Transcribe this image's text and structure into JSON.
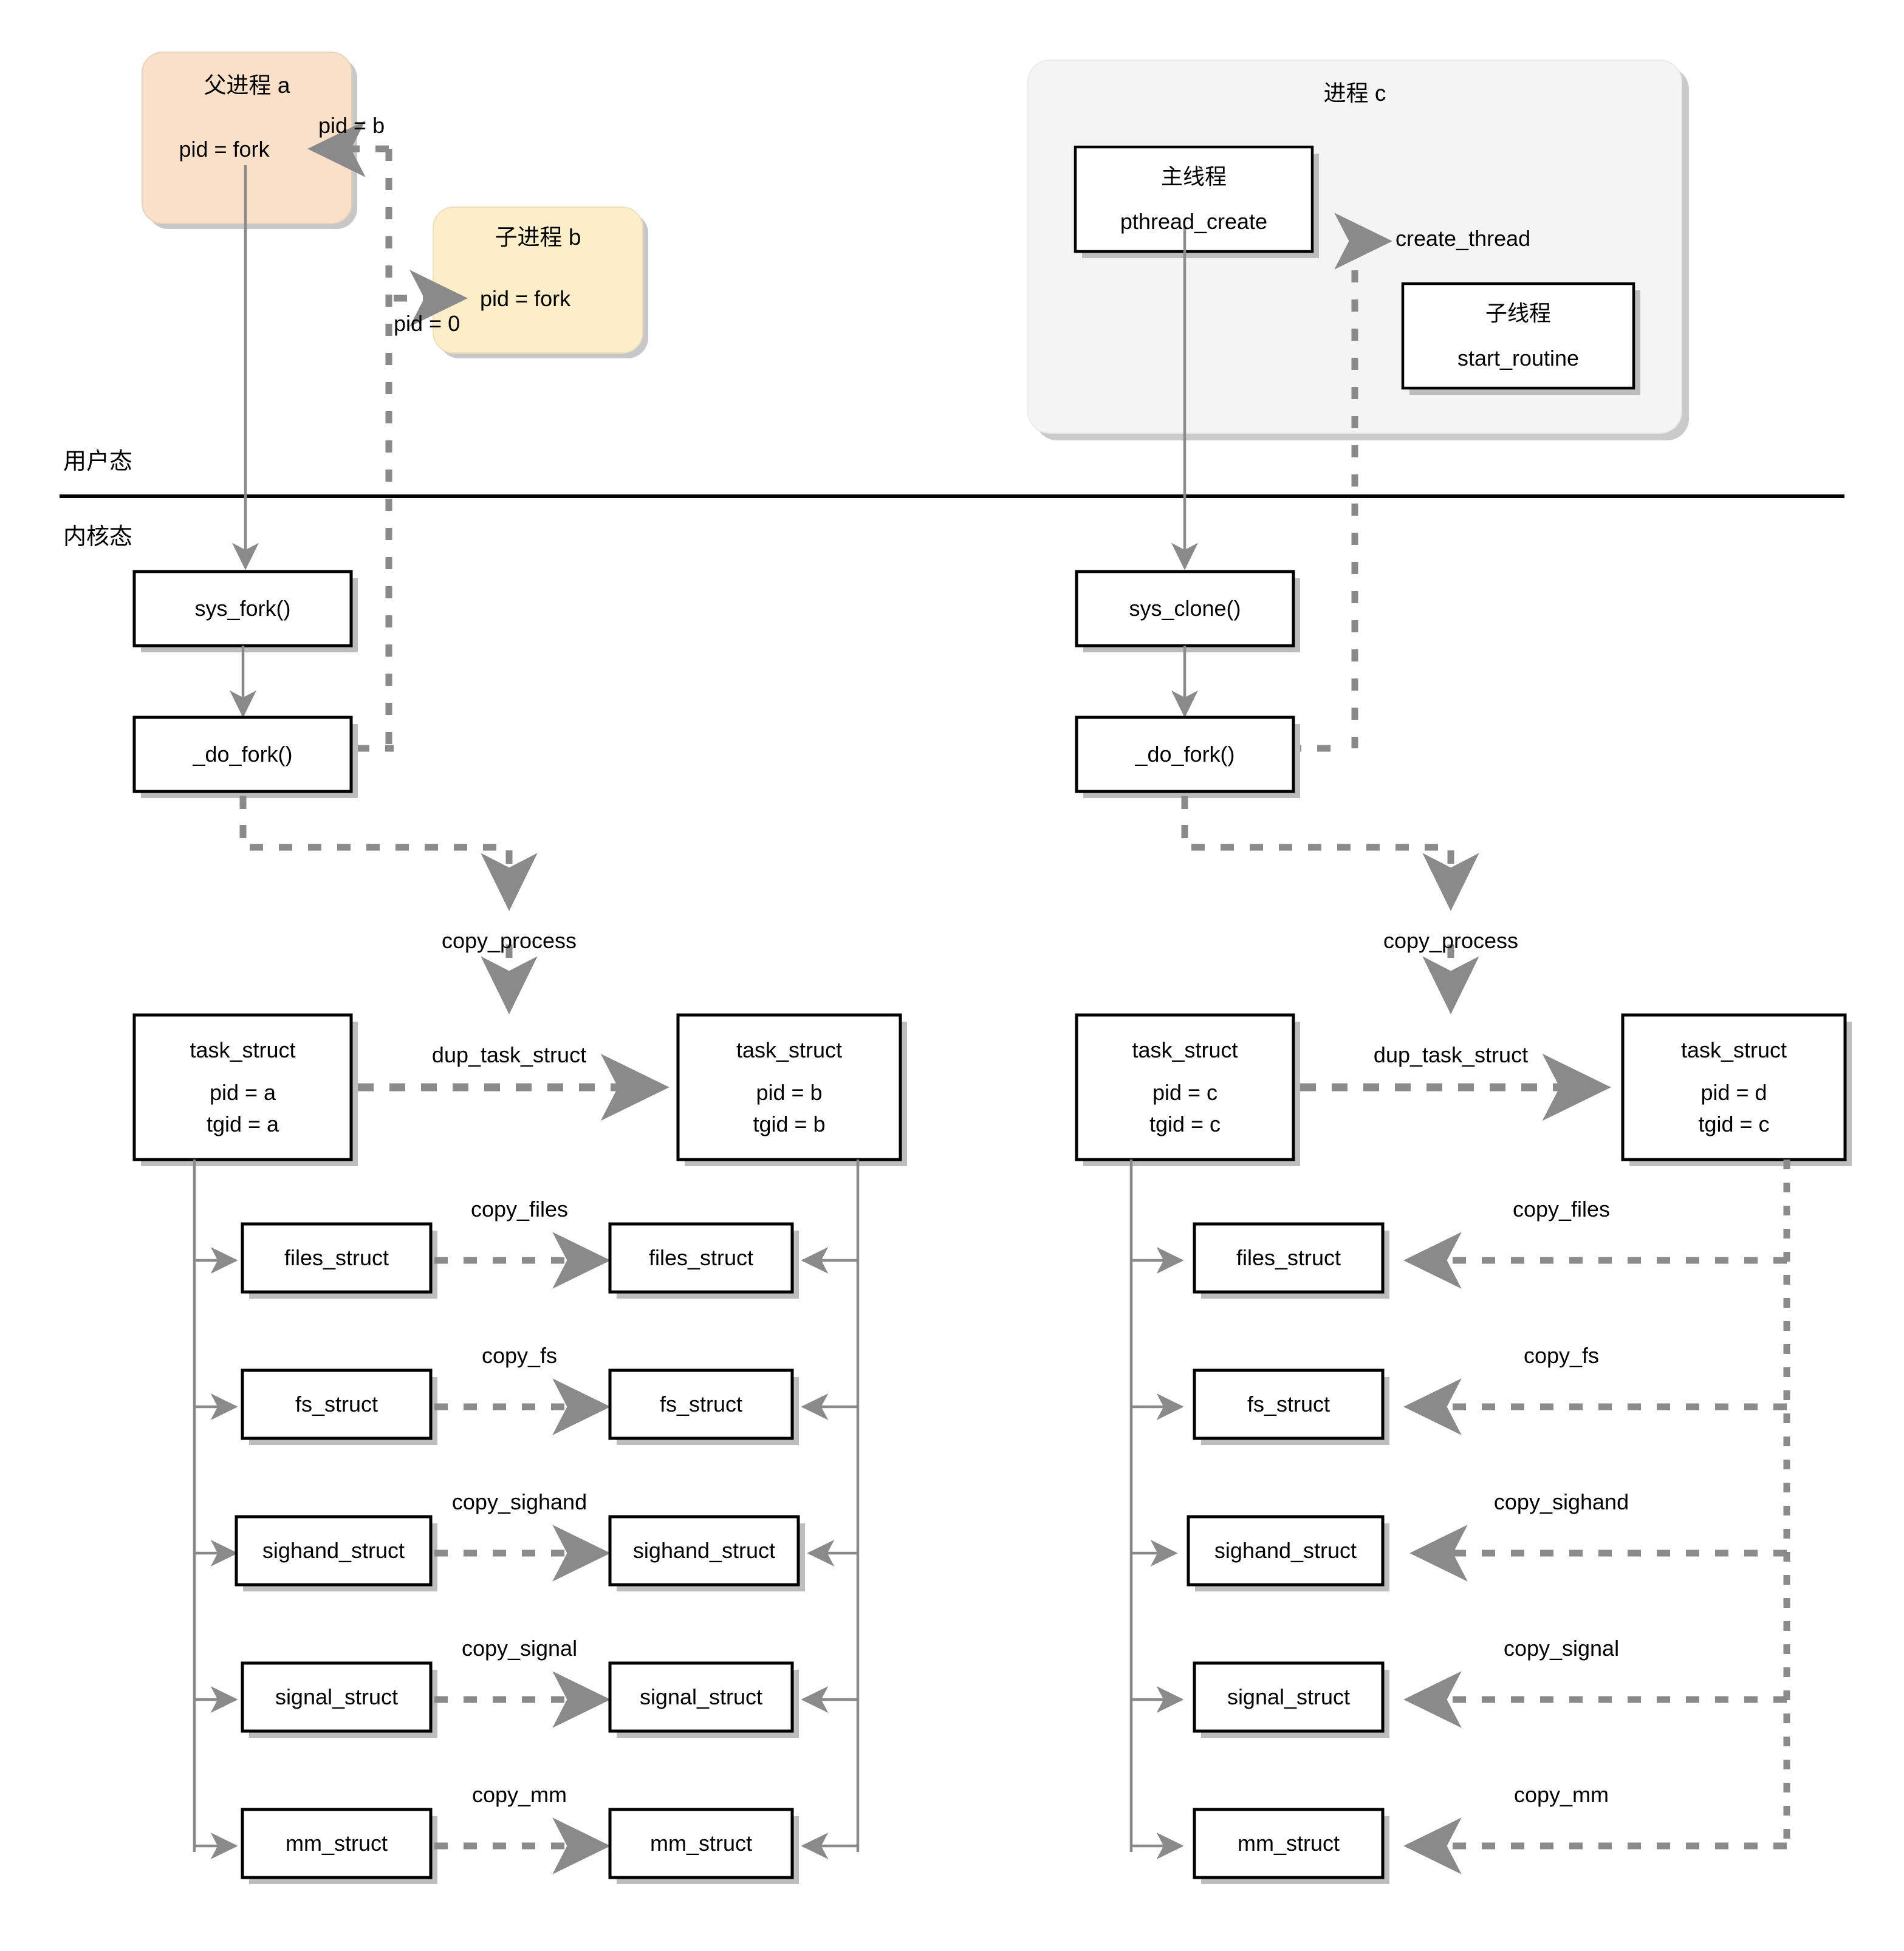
{
  "diagram": {
    "title_note": "Linux fork vs pthread_create kernel flow",
    "colors": {
      "parent_process_fill": "#fae0c8",
      "child_process_fill": "#fbeec8",
      "process_c_fill": "#f4f4f4",
      "box_fill": "#ffffff",
      "box_stroke": "#000000",
      "solid_arrow": "#808080",
      "dashed_arrow": "#808080",
      "shadow": "#bdbdbd",
      "divider": "#000000"
    }
  },
  "mode_labels": {
    "user_mode": "用户态",
    "kernel_mode": "内核态"
  },
  "user_space": {
    "parent_process": {
      "title": "父进程 a",
      "body": "pid = fork"
    },
    "child_process": {
      "title": "子进程 b",
      "body": "pid = fork"
    },
    "fork_return_parent_label": "pid = b",
    "fork_return_child_label": "pid = 0",
    "process_c": {
      "title": "进程 c",
      "main_thread": {
        "title": "主线程",
        "body": "pthread_create"
      },
      "child_thread": {
        "title": "子线程",
        "body": "start_routine"
      },
      "create_thread_label": "create_thread"
    }
  },
  "kernel_space": {
    "left": {
      "syscall": "sys_fork()",
      "do_fork": "_do_fork()",
      "copy_process": "copy_process",
      "dup_task_struct": "dup_task_struct",
      "parent_task": {
        "title": "task_struct",
        "pid": "pid = a",
        "tgid": "tgid = a"
      },
      "child_task": {
        "title": "task_struct",
        "pid": "pid = b",
        "tgid": "tgid = b"
      },
      "structs": [
        {
          "name": "files_struct",
          "copy": "copy_files"
        },
        {
          "name": "fs_struct",
          "copy": "copy_fs"
        },
        {
          "name": "sighand_struct",
          "copy": "copy_sighand"
        },
        {
          "name": "signal_struct",
          "copy": "copy_signal"
        },
        {
          "name": "mm_struct",
          "copy": "copy_mm"
        }
      ]
    },
    "right": {
      "syscall": "sys_clone()",
      "do_fork": "_do_fork()",
      "copy_process": "copy_process",
      "dup_task_struct": "dup_task_struct",
      "parent_task": {
        "title": "task_struct",
        "pid": "pid = c",
        "tgid": "tgid = c"
      },
      "child_task": {
        "title": "task_struct",
        "pid": "pid = d",
        "tgid": "tgid = c"
      },
      "structs": [
        {
          "name": "files_struct",
          "copy": "copy_files"
        },
        {
          "name": "fs_struct",
          "copy": "copy_fs"
        },
        {
          "name": "sighand_struct",
          "copy": "copy_sighand"
        },
        {
          "name": "signal_struct",
          "copy": "copy_signal"
        },
        {
          "name": "mm_struct",
          "copy": "copy_mm"
        }
      ]
    }
  }
}
